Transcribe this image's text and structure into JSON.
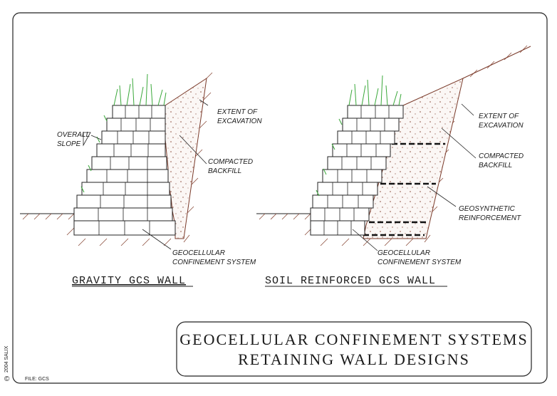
{
  "left_diagram": {
    "labels": {
      "extent_1": "EXTENT OF",
      "extent_2": "EXCAVATION",
      "slope_1": "OVERALL",
      "slope_2": "SLOPE",
      "backfill_1": "COMPACTED",
      "backfill_2": "BACKFILL",
      "gcs_1": "GEOCELLULAR",
      "gcs_2": "CONFINEMENT SYSTEM"
    },
    "title": "GRAVITY GCS WALL"
  },
  "right_diagram": {
    "labels": {
      "extent_1": "EXTENT OF",
      "extent_2": "EXCAVATION",
      "backfill_1": "COMPACTED",
      "backfill_2": "BACKFILL",
      "geo_1": "GEOSYNTHETIC",
      "geo_2": "REINFORCEMENT",
      "gcs_1": "GEOCELLULAR",
      "gcs_2": "CONFINEMENT SYSTEM"
    },
    "title": "SOIL REINFORCED GCS WALL"
  },
  "title_block": {
    "line1": "GEOCELLULAR CONFINEMENT SYSTEMS",
    "line2": "RETAINING WALL DESIGNS"
  },
  "file_label": "FILE:  GCS",
  "copyright_symbol": "©",
  "copyright_text": "2004  SALIX",
  "colors": {
    "soil": "#8a4a3a",
    "grass": "#3aa83a",
    "ink": "#222222"
  }
}
